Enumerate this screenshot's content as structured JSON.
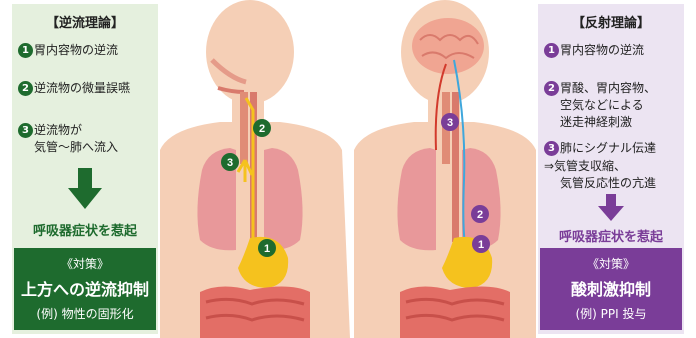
{
  "left": {
    "title": "【逆流理論】",
    "items": [
      {
        "num": "1",
        "lines": [
          "胃内容物の逆流"
        ]
      },
      {
        "num": "2",
        "lines": [
          "逆流物の微量誤嚥"
        ]
      },
      {
        "num": "3",
        "lines": [
          "逆流物が",
          "気管〜肺へ流入"
        ]
      }
    ],
    "symptom": "呼吸器症状を惹起",
    "measure": {
      "label": "《対策》",
      "main": "上方への逆流抑制",
      "example": "(例) 物性の固形化"
    },
    "color": "#1e6b2e"
  },
  "right": {
    "title": "【反射理論】",
    "items": [
      {
        "num": "1",
        "lines": [
          "胃内容物の逆流"
        ]
      },
      {
        "num": "2",
        "lines": [
          "胃酸、胃内容物、",
          "空気などによる",
          "迷走神経刺激"
        ]
      },
      {
        "num": "3",
        "lines": [
          "肺にシグナル伝達"
        ]
      }
    ],
    "extra": [
      "⇒気管支収縮、",
      "気管反応性の亢進"
    ],
    "symptom": "呼吸器症状を惹起",
    "measure": {
      "label": "《対策》",
      "main": "酸刺激抑制",
      "example": "(例) PPI 投与"
    },
    "color": "#7a3d98"
  },
  "figure_labels": {
    "left": [
      "1",
      "2",
      "3"
    ],
    "right": [
      "1",
      "2",
      "3"
    ]
  }
}
